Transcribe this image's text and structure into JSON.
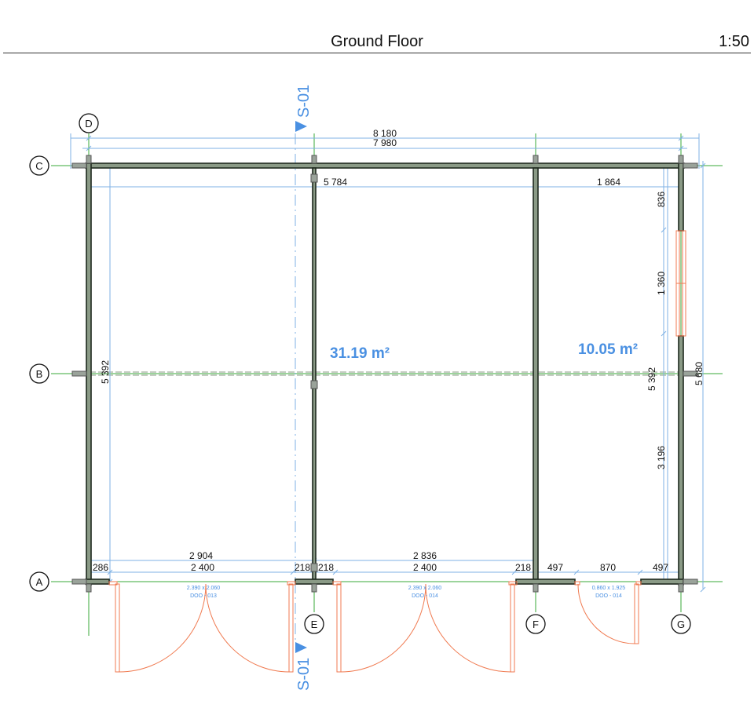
{
  "title": "Ground Floor",
  "scale": "1:50",
  "grid_labels": {
    "A": "A",
    "B": "B",
    "C": "C",
    "D": "D",
    "E": "E",
    "F": "F",
    "G": "G"
  },
  "section_marker": {
    "top": "S-01",
    "bottom": "S-01"
  },
  "areas": {
    "room_left": "31.19 m²",
    "room_right": "10.05 m²"
  },
  "dimensions": {
    "overall_outer": "8 180",
    "overall_inner": "7 980",
    "left_room_inner": "5 784",
    "right_room_inner": "1 864",
    "left_wall_height": "5 392",
    "right_inner_height": "5 392",
    "right_outer_height": "5 680",
    "window_top_offset": "836",
    "window_height": "1 360",
    "window_bottom_offset": "3 196",
    "bottom_span_left": "2 904",
    "bottom_span_mid": "2 836",
    "door_left_opening": "2 400",
    "door_mid_opening": "2 400",
    "offset_left": "286",
    "pier_left_1": "218",
    "pier_left_2": "218",
    "pier_right": "218",
    "door_right_left_offset": "497",
    "door_right_opening": "870",
    "door_right_right_offset": "497"
  },
  "door_tags": {
    "door_1_size": "2.390 x 2.060",
    "door_1_id": "DOO - 013",
    "door_2_size": "2.390 x 2.060",
    "door_2_id": "DOO - 014",
    "door_3_size": "0.860 x 1.925",
    "door_3_id": "DOO - 014"
  },
  "colors": {
    "wall": "#1f2a1f",
    "wall_fill": "#8a9a86",
    "grid_line": "#3aa83a",
    "dimension_line": "#7fb2e5",
    "door": "#f07a50",
    "accent": "#4a90e2"
  }
}
